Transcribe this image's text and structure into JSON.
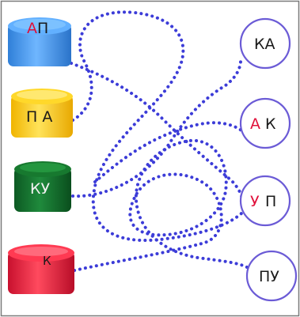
{
  "colors": {
    "frame": "#7a7a7a",
    "path": "#3c3cd8",
    "circle_stroke": "#6b5bd6",
    "highlight": "#e0103a",
    "text": "#1a1a1a"
  },
  "caps": [
    {
      "color": "blue",
      "hl": "А",
      "rest": "П"
    },
    {
      "color": "yellow",
      "hl": "",
      "rest": "П А"
    },
    {
      "color": "green",
      "hl": "",
      "rest": "КУ"
    },
    {
      "color": "red",
      "hl": "",
      "rest": "К"
    }
  ],
  "circles": [
    {
      "hl": "",
      "rest": "КА"
    },
    {
      "hl": "А",
      "rest": "К"
    },
    {
      "hl": "У",
      "rest": "П"
    },
    {
      "hl": "",
      "rest": "ПУ"
    }
  ]
}
